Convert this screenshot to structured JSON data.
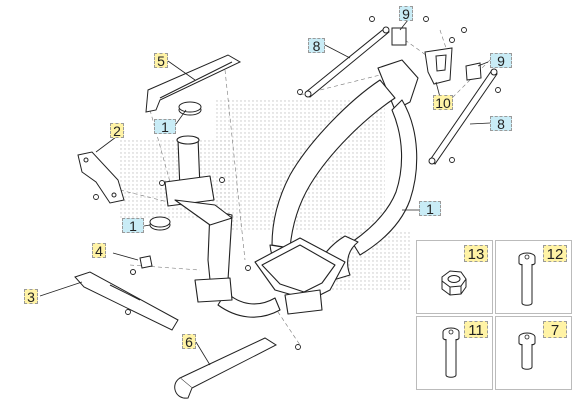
{
  "callouts": {
    "c1a": "1",
    "c1b": "1",
    "c1c": "1",
    "c2": "2",
    "c3": "3",
    "c4": "4",
    "c5": "5",
    "c6": "6",
    "c8a": "8",
    "c8b": "8",
    "c9a": "9",
    "c9b": "9",
    "c10": "10"
  },
  "hardware_cards": {
    "c13": "13",
    "c12": "12",
    "c11": "11",
    "c7": "7"
  },
  "colors": {
    "callout_yellow": "#fff3a6",
    "callout_blue": "#c9ecf6",
    "line": "#222222",
    "dotted_background": "#b5b5b5"
  }
}
